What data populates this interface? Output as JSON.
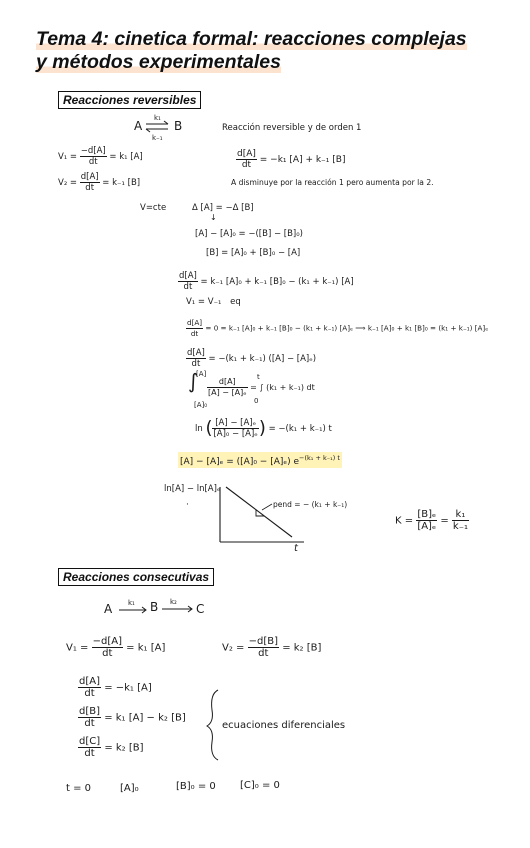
{
  "title": {
    "line1": "Tema 4: cinetica formal: reacciones complejas",
    "line2": "y métodos experimentales"
  },
  "section_reversible": {
    "heading": "Reacciones reversibles",
    "scheme_left": "A",
    "scheme_right": "B",
    "k_forward": "k₁",
    "k_backward": "k₋₁",
    "note_title": "Reacción reversible y de orden 1",
    "v1_lhs": "V₁ =",
    "v1_num": "−d[A]",
    "v1_den": "dt",
    "v1_rhs": "= k₁ [A]",
    "v2_lhs": "V₂ =",
    "v2_num": "d[A]",
    "v2_den": "dt",
    "v2_rhs": "= k₋₁ [B]",
    "rate_num": "d[A]",
    "rate_den": "dt",
    "rate_rhs": "= −k₁ [A] + k₋₁ [B]",
    "note_decrease": "A disminuye por la reacción 1 pero aumenta por la 2.",
    "vcte": "V=cte",
    "delta": "Δ [A] = −Δ [B]",
    "arrow_down": "↓",
    "eq_conserv": "[A] − [A]₀ = −([B] − [B]₀)",
    "eq_b": "[B] = [A]₀ + [B]₀ − [A]",
    "eq_sub_num": "d[A]",
    "eq_sub_den": "dt",
    "eq_sub_rhs": "= k₋₁ [A]₀ + k₋₁ [B]₀ − (k₁ + k₋₁) [A]",
    "eq_equil": "V₁ = V₋₁",
    "eq_symbol": "eq",
    "eq_zero_num": "d[A]",
    "eq_zero_den": "dt",
    "eq_zero_rhs": "= 0 = k₋₁ [A]₀ + k₋₁ [B]₀ − (k₁ + k₋₁) [A]ₑ ⟹ k₋₁ [A]₀ + k₁ [B]₀ = (k₁ + k₋₁) [A]ₑ",
    "eq_diff_num": "d[A]",
    "eq_diff_den": "dt",
    "eq_diff_rhs": "= −(k₁ + k₋₁) ([A] − [A]ₑ)",
    "int_upper": "[A]",
    "int_lower": "[A]₀",
    "int_num": "d[A]",
    "int_den": "[A] − [A]ₑ",
    "int_rhs": "= ∫ (k₁ + k₋₁) dt",
    "int_t_upper": "t",
    "int_t_lower": "0",
    "ln_prefix": "ln",
    "ln_num": "[A] − [A]ₑ",
    "ln_den": "[A]₀ − [A]ₑ",
    "ln_rhs": "= −(k₁ + k₋₁) t",
    "final_eq": "[A] − [A]ₑ = ([A]₀ − [A]ₑ) e",
    "final_exp": "−(k₁ + k₋₁) t",
    "graph_ylabel": "ln[A] − ln[A]ₑ",
    "graph_xlabel": "t",
    "graph_slope": "pend = − (k₁ + k₋₁)",
    "k_lhs": "K =",
    "k_num1": "[B]ₑ",
    "k_den1": "[A]ₑ",
    "k_eq": "=",
    "k_num2": "k₁",
    "k_den2": "k₋₁"
  },
  "section_consecutive": {
    "heading": "Reacciones consecutivas",
    "scheme_a": "A",
    "scheme_b": "B",
    "scheme_c": "C",
    "k1": "k₁",
    "k2": "k₂",
    "v1_lhs": "V₁ =",
    "v1_num": "−d[A]",
    "v1_den": "dt",
    "v1_rhs": "= k₁ [A]",
    "v2_lhs": "V₂ =",
    "v2_num": "−d[B]",
    "v2_den": "dt",
    "v2_rhs": "= k₂ [B]",
    "da_num": "d[A]",
    "da_den": "dt",
    "da_rhs": "= −k₁ [A]",
    "db_num": "d[B]",
    "db_den": "dt",
    "db_rhs": "= k₁ [A] − k₂ [B]",
    "dc_num": "d[C]",
    "dc_den": "dt",
    "dc_rhs": "= k₂ [B]",
    "brace_label": "ecuaciones diferenciales",
    "init_t": "t = 0",
    "init_a": "[A]₀",
    "init_b": "[B]₀ = 0",
    "init_c": "[C]₀ = 0"
  }
}
